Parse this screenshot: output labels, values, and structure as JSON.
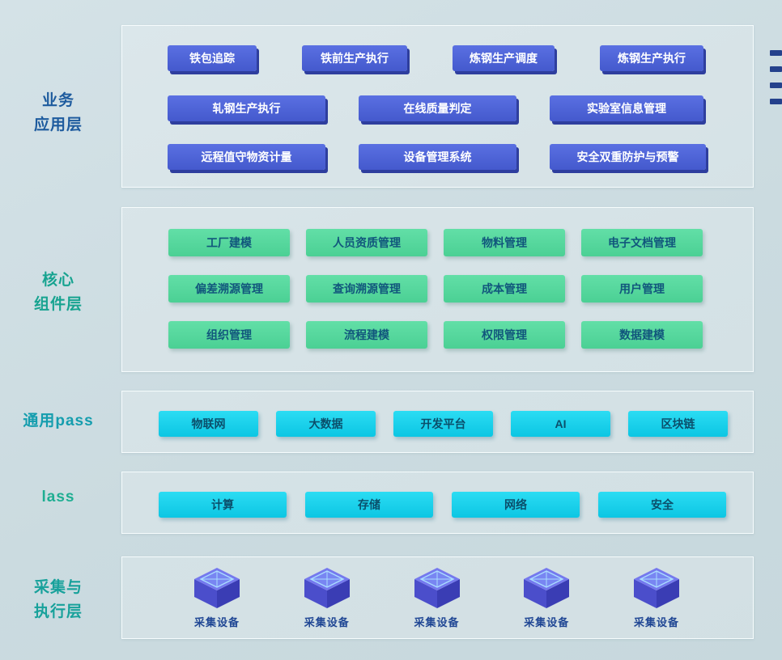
{
  "page": {
    "background": "#cddde2"
  },
  "side_labels": [
    {
      "text": "业务\n应用层",
      "color": "#1e5b9e"
    },
    {
      "text": "核心\n组件层",
      "color": "#17a390"
    },
    {
      "text": "通用pass",
      "color": "#149dae"
    },
    {
      "text": "lass",
      "color": "#1fae92"
    },
    {
      "text": "采集与\n执行层",
      "color": "#17a19b"
    }
  ],
  "business": {
    "rows": [
      [
        "铁包追踪",
        "铁前生产执行",
        "炼钢生产调度",
        "炼钢生产执行"
      ],
      [
        "轧钢生产执行",
        "在线质量判定",
        "实验室信息管理"
      ],
      [
        "远程值守物资计量",
        "设备管理系统",
        "安全双重防护与预警"
      ]
    ]
  },
  "core": {
    "rows": [
      [
        "工厂建模",
        "人员资质管理",
        "物料管理",
        "电子文档管理"
      ],
      [
        "偏差溯源管理",
        "查询溯源管理",
        "成本管理",
        "用户管理"
      ],
      [
        "组织管理",
        "流程建模",
        "权限管理",
        "数据建模"
      ]
    ]
  },
  "paas": {
    "items": [
      "物联网",
      "大数据",
      "开发平台",
      "AI",
      "区块链"
    ]
  },
  "iaas": {
    "items": [
      "计算",
      "存储",
      "网络",
      "安全"
    ]
  },
  "devices": {
    "items": [
      "采集设备",
      "采集设备",
      "采集设备",
      "采集设备",
      "采集设备"
    ]
  },
  "colors": {
    "blue_button": "#4d66d6",
    "blue_button_shadow": "#2e3e9e",
    "green_button": "#55d79d",
    "green_button_text": "#11567c",
    "cyan_button": "#18cfe9",
    "cyan_button_text": "#0b4f6b",
    "device_label": "#1f4694",
    "cube_top": "#7579ee",
    "cube_left": "#4b4ecb",
    "cube_right": "#3a3db4",
    "edge_dash": "#24418c"
  }
}
